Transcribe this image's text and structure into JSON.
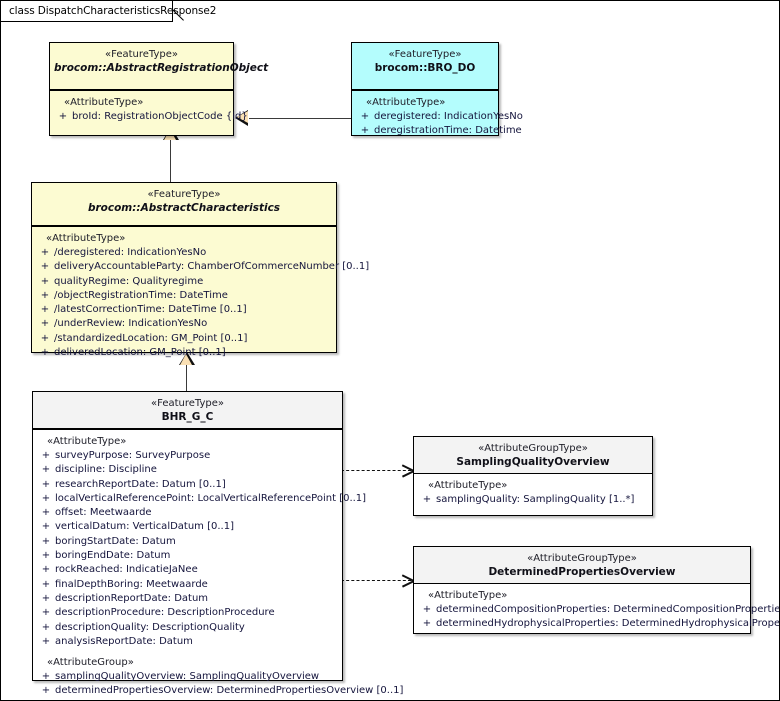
{
  "diagram": {
    "frame_label": "class DispatchCharacteristicsResponse2",
    "colors": {
      "abstract_fill": "#fcfbd2",
      "bro_do_fill": "#b4fdfd",
      "concrete_fill": "#ffffff",
      "header_grey": "#f3f3f3",
      "line": "#3a3a3a",
      "attribute_text": "#14143c"
    }
  },
  "classes": {
    "abstract_registration_object": {
      "stereotype": "«FeatureType»",
      "name": "brocom::AbstractRegistrationObject",
      "group_label": "«AttributeType»",
      "attributes": [
        {
          "visibility": "+",
          "text": "broId: RegistrationObjectCode {id}"
        }
      ]
    },
    "bro_do": {
      "stereotype": "«FeatureType»",
      "name": "brocom::BRO_DO",
      "group_label": "«AttributeType»",
      "attributes": [
        {
          "visibility": "+",
          "text": "deregistered: IndicationYesNo"
        },
        {
          "visibility": "+",
          "text": "deregistrationTime: Datetime"
        }
      ]
    },
    "abstract_characteristics": {
      "stereotype": "«FeatureType»",
      "name": "brocom::AbstractCharacteristics",
      "group_label": "«AttributeType»",
      "attributes": [
        {
          "visibility": "+",
          "text": "/deregistered: IndicationYesNo"
        },
        {
          "visibility": "+",
          "text": "deliveryAccountableParty: ChamberOfCommerceNumber [0..1]"
        },
        {
          "visibility": "+",
          "text": "qualityRegime: Qualityregime"
        },
        {
          "visibility": "+",
          "text": "/objectRegistrationTime: DateTime"
        },
        {
          "visibility": "+",
          "text": "/latestCorrectionTime: DateTime [0..1]"
        },
        {
          "visibility": "+",
          "text": "/underReview: IndicationYesNo"
        },
        {
          "visibility": "+",
          "text": "/standardizedLocation: GM_Point [0..1]"
        },
        {
          "visibility": "+",
          "text": "deliveredLocation: GM_Point [0..1]"
        }
      ]
    },
    "bhr_g_c": {
      "stereotype": "«FeatureType»",
      "name": "BHR_G_C",
      "group_label": "«AttributeType»",
      "attributes": [
        {
          "visibility": "+",
          "text": "surveyPurpose: SurveyPurpose"
        },
        {
          "visibility": "+",
          "text": "discipline: Discipline"
        },
        {
          "visibility": "+",
          "text": "researchReportDate: Datum [0..1]"
        },
        {
          "visibility": "+",
          "text": "localVerticalReferencePoint: LocalVerticalReferencePoint [0..1]"
        },
        {
          "visibility": "+",
          "text": "offset: Meetwaarde"
        },
        {
          "visibility": "+",
          "text": "verticalDatum: VerticalDatum [0..1]"
        },
        {
          "visibility": "+",
          "text": "boringStartDate: Datum"
        },
        {
          "visibility": "+",
          "text": "boringEndDate: Datum"
        },
        {
          "visibility": "+",
          "text": "rockReached: IndicatieJaNee"
        },
        {
          "visibility": "+",
          "text": "finalDepthBoring: Meetwaarde"
        },
        {
          "visibility": "+",
          "text": "descriptionReportDate: Datum"
        },
        {
          "visibility": "+",
          "text": "descriptionProcedure: DescriptionProcedure"
        },
        {
          "visibility": "+",
          "text": "descriptionQuality: DescriptionQuality"
        },
        {
          "visibility": "+",
          "text": "analysisReportDate: Datum"
        }
      ],
      "group_label2": "«AttributeGroup»",
      "attributes2": [
        {
          "visibility": "+",
          "text": "samplingQualityOverview: SamplingQualityOverview"
        },
        {
          "visibility": "+",
          "text": "determinedPropertiesOverview: DeterminedPropertiesOverview [0..1]"
        }
      ]
    },
    "sampling_quality_overview": {
      "stereotype": "«AttributeGroupType»",
      "name": "SamplingQualityOverview",
      "group_label": "«AttributeType»",
      "attributes": [
        {
          "visibility": "+",
          "text": "samplingQuality: SamplingQuality [1..*]"
        }
      ]
    },
    "determined_properties_overview": {
      "stereotype": "«AttributeGroupType»",
      "name": "DeterminedPropertiesOverview",
      "group_label": "«AttributeType»",
      "attributes": [
        {
          "visibility": "+",
          "text": "determinedCompositionProperties: DeterminedCompositionProperties"
        },
        {
          "visibility": "+",
          "text": "determinedHydrophysicalProperties: DeterminedHydrophysicalProperties"
        }
      ]
    }
  },
  "relationships": [
    {
      "kind": "generalization",
      "from": "brocom::BRO_DO",
      "to": "brocom::AbstractRegistrationObject"
    },
    {
      "kind": "generalization",
      "from": "brocom::AbstractCharacteristics",
      "to": "brocom::AbstractRegistrationObject"
    },
    {
      "kind": "generalization",
      "from": "BHR_G_C",
      "to": "brocom::AbstractCharacteristics"
    },
    {
      "kind": "dependency",
      "from": "BHR_G_C",
      "to": "SamplingQualityOverview"
    },
    {
      "kind": "dependency",
      "from": "BHR_G_C",
      "to": "DeterminedPropertiesOverview"
    }
  ]
}
